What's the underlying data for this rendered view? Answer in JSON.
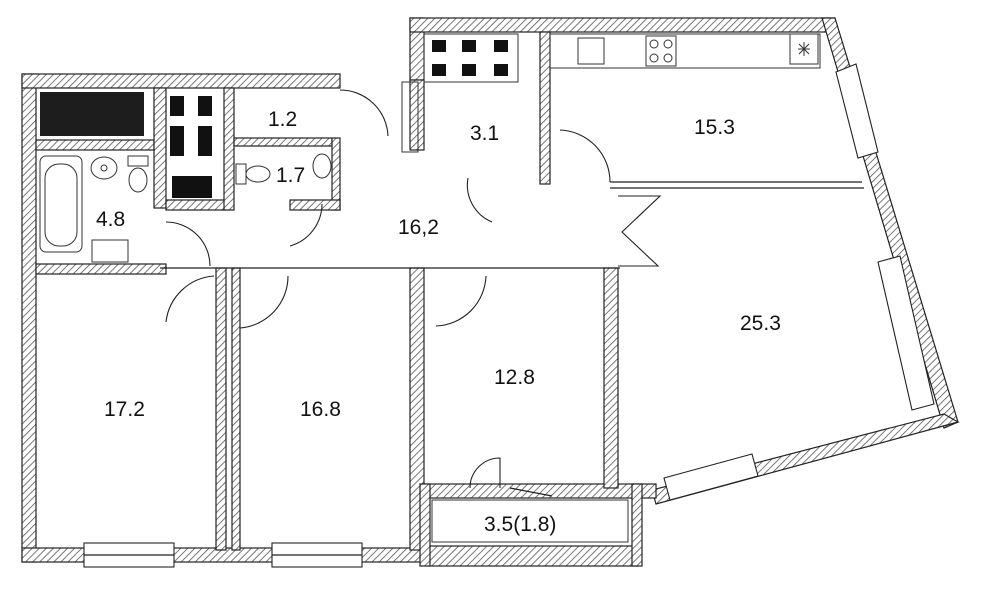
{
  "rooms": [
    {
      "id": "pantry",
      "label": "1.2"
    },
    {
      "id": "wc",
      "label": "1.7"
    },
    {
      "id": "storage",
      "label": "3.1"
    },
    {
      "id": "kitchen",
      "label": "15.3"
    },
    {
      "id": "bathroom",
      "label": "4.8"
    },
    {
      "id": "hall",
      "label": "16,2"
    },
    {
      "id": "living",
      "label": "25.3"
    },
    {
      "id": "bedroom-2",
      "label": "12.8"
    },
    {
      "id": "bedroom-left",
      "label": "17.2"
    },
    {
      "id": "bedroom-middle",
      "label": "16.8"
    },
    {
      "id": "balcony",
      "label": "3.5(1.8)"
    }
  ],
  "colors": {
    "wall_stroke": "#222222",
    "hatch": "#555555",
    "background": "#ffffff"
  },
  "icons": [
    "cooktop-icon",
    "sink-icon",
    "toilet-icon",
    "bathtub-icon",
    "washbasin-icon",
    "washing-machine-icon",
    "fridge-icon"
  ]
}
